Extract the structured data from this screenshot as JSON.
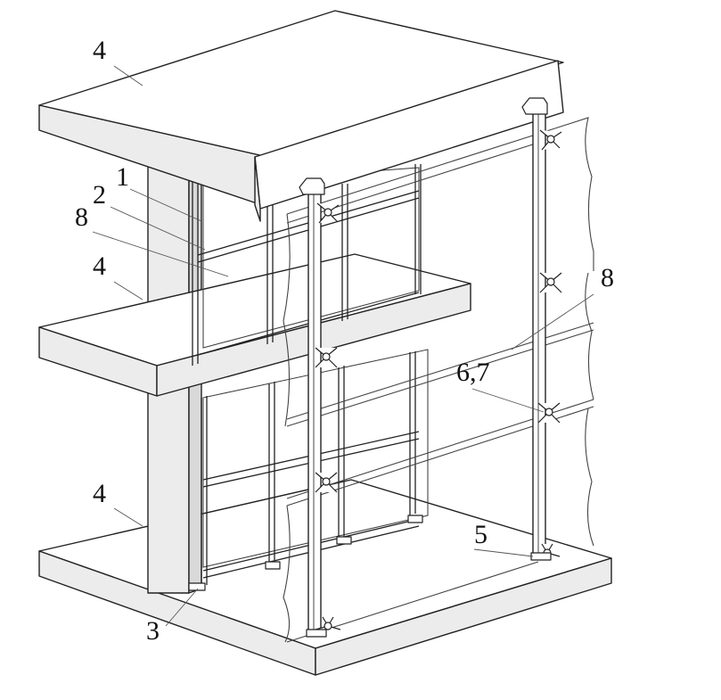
{
  "figure": {
    "labels": {
      "slab_top": "4",
      "frame_post": "1",
      "frame_rail": "2",
      "glass_inner": "8",
      "slab_middle": "4",
      "glass_outer": "8",
      "spider_fitting": "6,7",
      "slab_bottom": "4",
      "base_fitting": "5",
      "post_anchor": "3"
    }
  }
}
